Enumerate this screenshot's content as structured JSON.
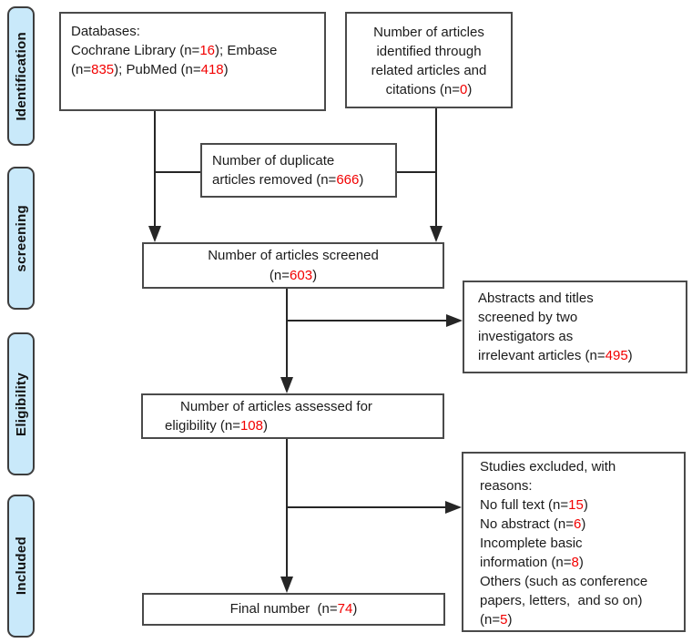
{
  "figure": {
    "kind": "prisma-style literature screening flowchart"
  },
  "palette": {
    "highlight_red": "#f20000",
    "stage_fill": "#c9e9fa",
    "box_border": "#4a4a4a",
    "line_color": "#262626"
  },
  "stages": [
    {
      "label": "Identification"
    },
    {
      "label": "screening"
    },
    {
      "label": "Eligibility"
    },
    {
      "label": "Included"
    }
  ],
  "boxes": {
    "databases": {
      "segments": [
        {
          "t": "Databases:\nCochrane Library (n="
        },
        {
          "t": "16",
          "red": true
        },
        {
          "t": "); Embase\n(n="
        },
        {
          "t": "835",
          "red": true
        },
        {
          "t": "); PubMed (n="
        },
        {
          "t": "418",
          "red": true
        },
        {
          "t": ")"
        }
      ]
    },
    "related": {
      "segments": [
        {
          "t": "Number of articles\nidentified through\nrelated articles and\ncitations (n="
        },
        {
          "t": "0",
          "red": true
        },
        {
          "t": ")"
        }
      ]
    },
    "duplicates": {
      "segments": [
        {
          "t": "Number of duplicate\narticles removed (n="
        },
        {
          "t": "666",
          "red": true
        },
        {
          "t": ")"
        }
      ]
    },
    "screened": {
      "segments": [
        {
          "t": "Number of articles screened\n(n="
        },
        {
          "t": "603",
          "red": true
        },
        {
          "t": ")"
        }
      ]
    },
    "abstracts": {
      "segments": [
        {
          "t": "Abstracts and titles\nscreened by two\ninvestigators as\nirrelevant articles (n="
        },
        {
          "t": "495",
          "red": true
        },
        {
          "t": ")"
        }
      ]
    },
    "assessed": {
      "segments": [
        {
          "t": "Number of articles assessed for\neligibility (n="
        },
        {
          "t": "108",
          "red": true
        },
        {
          "t": ")"
        }
      ]
    },
    "excluded": {
      "segments": [
        {
          "t": "Studies excluded, with\nreasons:\nNo full text (n="
        },
        {
          "t": "15",
          "red": true
        },
        {
          "t": ")\nNo abstract (n="
        },
        {
          "t": "6",
          "red": true
        },
        {
          "t": ")\nIncomplete basic\ninformation (n="
        },
        {
          "t": "8",
          "red": true
        },
        {
          "t": ")\nOthers (such as conference\npapers, letters,  and so on)\n(n="
        },
        {
          "t": "5",
          "red": true
        },
        {
          "t": ")"
        }
      ]
    },
    "final": {
      "segments": [
        {
          "t": "Final number  (n="
        },
        {
          "t": "74",
          "red": true
        },
        {
          "t": ")"
        }
      ]
    }
  }
}
